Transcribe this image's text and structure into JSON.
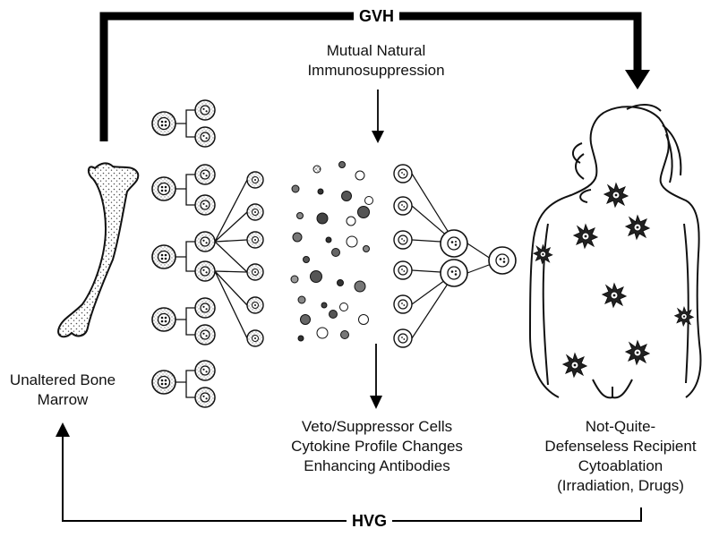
{
  "labels": {
    "gvh": "GVH",
    "hvg": "HVG",
    "mutual": [
      "Mutual Natural",
      "Immunosuppression"
    ],
    "bone": [
      "Unaltered Bone",
      "Marrow"
    ],
    "mechanisms": [
      "Veto/Suppressor Cells",
      "Cytokine Profile Changes",
      "Enhancing Antibodies"
    ],
    "recipient": [
      "Not-Quite-",
      "Defenseless Recipient",
      "Cytoablation",
      "(Irradiation, Drugs)"
    ]
  }
}
